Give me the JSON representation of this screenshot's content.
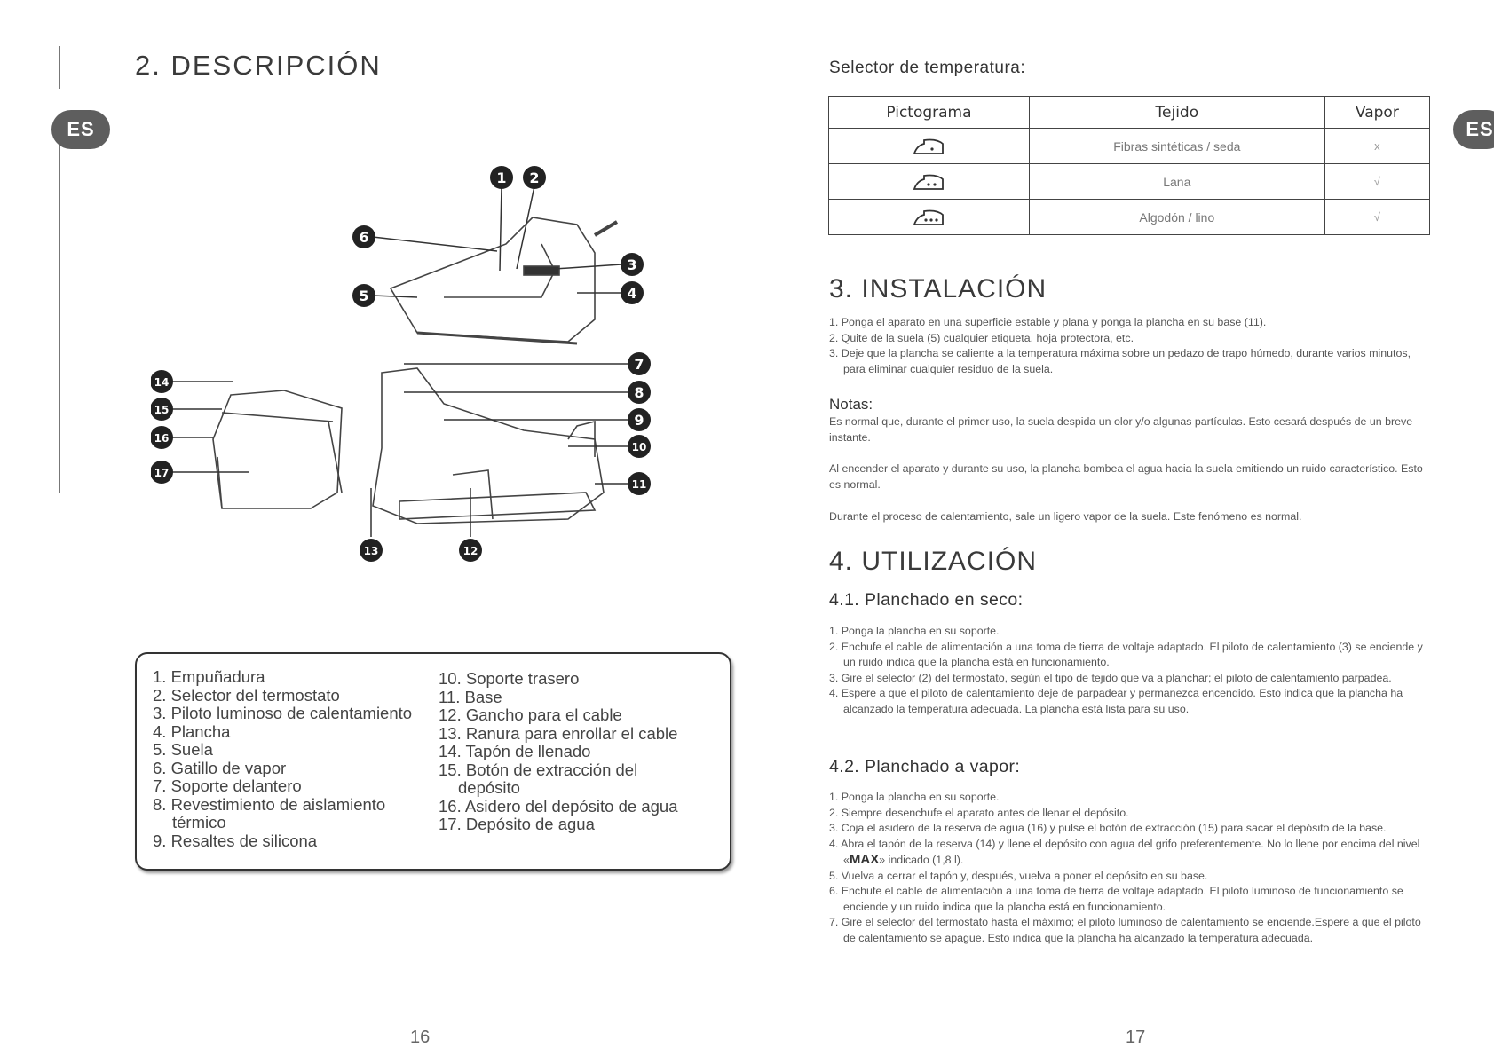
{
  "left_page": {
    "tab": "ES",
    "title": "2. DESCRIPCIÓN",
    "callouts": [
      "1",
      "2",
      "3",
      "4",
      "5",
      "6",
      "7",
      "8",
      "9",
      "10",
      "11",
      "12",
      "13",
      "14",
      "15",
      "16",
      "17"
    ],
    "legend_col1": [
      "1. Empuñadura",
      "2. Selector del termostato",
      "3. Piloto luminoso de calentamiento",
      "4. Plancha",
      "5. Suela",
      "6. Gatillo de vapor",
      "7. Soporte delantero",
      "8. Revestimiento de aislamiento",
      "térmico",
      "9. Resaltes de silicona"
    ],
    "legend_col2": [
      "10. Soporte trasero",
      "11. Base",
      "12. Gancho para el cable",
      "13. Ranura para enrollar el cable",
      "14. Tapón de llenado",
      "15. Botón de extracción del",
      "depósito",
      "16. Asidero del depósito de agua",
      "17. Depósito de agua"
    ],
    "page_number": "16"
  },
  "right_page": {
    "tab": "ES",
    "selector_title": "Selector de temperatura:",
    "table": {
      "headers": [
        "Pictograma",
        "Tejido",
        "Vapor"
      ],
      "rows": [
        {
          "icon": "iron-one-dot-icon",
          "fabric": "Fibras sintéticas / seda",
          "steam": "x"
        },
        {
          "icon": "iron-two-dots-icon",
          "fabric": "Lana",
          "steam": "√"
        },
        {
          "icon": "iron-three-dots-icon",
          "fabric": "Algodón / lino",
          "steam": "√"
        }
      ]
    },
    "install_title": "3. INSTALACIÓN",
    "install_steps": [
      "1. Ponga el aparato en una superficie estable y plana y ponga la plancha en su base (11).",
      "2. Quite de la suela (5) cualquier etiqueta, hoja protectora, etc.",
      "3. Deje que la plancha se caliente a la temperatura máxima sobre un pedazo de trapo húmedo, durante varios minutos, para eliminar cualquier residuo de la suela."
    ],
    "notes_title": "Notas:",
    "notes": [
      "Es normal que, durante el primer uso, la suela despida un olor y/o algunas partículas. Esto cesará después de un breve instante.",
      "Al encender el aparato y durante su uso, la plancha bombea el agua hacia la suela emitiendo un ruido característico. Esto es normal.",
      "Durante el proceso de calentamiento, sale un ligero vapor de la suela. Este fenómeno es normal."
    ],
    "use_title": "4. UTILIZACIÓN",
    "dry_title": "4.1. Planchado en seco:",
    "dry_steps": [
      "1. Ponga la plancha en su soporte.",
      "2. Enchufe el cable de alimentación a una toma de tierra de voltaje adaptado. El piloto de calentamiento (3) se enciende y un ruido indica que la plancha está en funcionamiento.",
      "3. Gire el selector (2) del termostato, según el tipo de tejido que va a planchar; el piloto de calentamiento parpadea.",
      "4. Espere a que el piloto de calentamiento deje de parpadear y permanezca encendido. Esto indica que la plancha ha alcanzado la temperatura adecuada. La plancha está lista para su uso."
    ],
    "steam_title": "4.2. Planchado a vapor:",
    "steam_steps": [
      "1. Ponga la plancha en su soporte.",
      "2. Siempre desenchufe el aparato antes de llenar el depósito.",
      "3. Coja el asidero de la reserva de agua (16) y pulse el botón de extracción (15) para sacar el depósito de la base.",
      "4a. Abra el tapón de la reserva (14) y llene el depósito con agua del grifo preferentemente. No lo llene por encima del nivel «",
      "MAX",
      "» indicado (1,8 l).",
      "5. Vuelva a cerrar el tapón y, después, vuelva a poner el depósito en su base.",
      "6. Enchufe el cable de alimentación a una toma de tierra de voltaje adaptado. El piloto luminoso de funcionamiento se enciende y un ruido indica que la plancha está en funcionamiento.",
      "7. Gire el selector del termostato hasta el máximo; el piloto luminoso de calentamiento se enciende.Espere a que el piloto de calentamiento se apague. Esto indica que la plancha ha alcanzado la temperatura adecuada."
    ],
    "page_number": "17"
  }
}
